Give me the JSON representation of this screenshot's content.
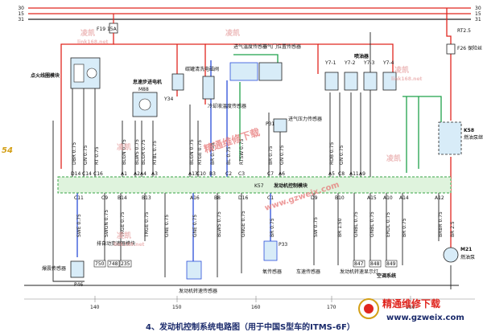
{
  "colors": {
    "red": "#e0261f",
    "green": "#1fa24a",
    "blue": "#2b4fd9",
    "black": "#222222",
    "ecm_fill": "#dff3dd",
    "ecm_border": "#3aa548",
    "comp_fill": "#d8ecf8"
  },
  "rails": {
    "r30": "30",
    "r15": "15",
    "r31": "31",
    "r30b": "30",
    "r15b": "15",
    "r31b": "31"
  },
  "fuse_left": "F19 15A",
  "fuse_right": "F26 保险丝",
  "relay_right_label": "RT2.5",
  "ecm_label": "发动机控制模块",
  "ecm_marker": "K57",
  "side_marker": "54",
  "components": {
    "ignition": "点火线圈模块",
    "idle_motor": "怠速步进电机",
    "idle_code": "M88",
    "canister": "碳罐清洗电磁阀",
    "canister_code": "Y34",
    "coolant": "冷却液温度传感器",
    "intake_temp": "进气温度传感器",
    "throttle": "节气门位置传感器",
    "intake_press": "进气压力传感器",
    "intake_press_code": "P31",
    "injector": "喷油器",
    "inj_1": "Y7-1",
    "inj_2": "Y7-2",
    "inj_3": "Y7-3",
    "inj_4": "Y7-4",
    "fuel_relay": "燃油泵继电器",
    "fuel_relay_code": "K58",
    "knock": "爆震传感器",
    "knock_code": "P46",
    "auto_trans": "排自动变速器模块",
    "speed": "发动机转速传感器",
    "oxygen": "氧传感器",
    "oxygen_code": "P33",
    "speed_sensor": "车速传感器",
    "tach": "发动机转速显示灯",
    "ac": "空调系统",
    "fuel_pump": "燃油泵",
    "fuel_pump_code": "M21"
  },
  "pins_top": [
    "D14",
    "C14",
    "C16",
    "A1",
    "A2",
    "A4",
    "A3",
    "A13",
    "C10",
    "B3",
    "C2",
    "C3",
    "C7",
    "A6",
    "A5",
    "C8",
    "A11",
    "A9"
  ],
  "pins_bottom": [
    "C11",
    "C9",
    "B14",
    "B13",
    "A16",
    "B8",
    "D16",
    "C1",
    "D9",
    "B10",
    "A15",
    "A10",
    "A14",
    "A12"
  ],
  "wires_top": [
    "DBR 0.75",
    "GN 0.75",
    "RT 0.75",
    "BLGN 0.75",
    "BLWS 0.75",
    "BLGR 0.75",
    "RTBL 0.75",
    "BLGN 0.75",
    "RTGE 0.75",
    "BR 0.75B",
    "BL 0.75",
    "RTSW 0.75",
    "BR 0.75",
    "GN 0.75",
    "ROB 0.75",
    "GN 0.75"
  ],
  "wires_bottom": [
    "SWE 0.75",
    "SWGN 0.75",
    "TRGE 0.75",
    "TRGE 0.75",
    "GNE 0.75",
    "GNE 0.75",
    "BLWS 0.75",
    "GNGE 0.75",
    "BR 0.75",
    "SW 0.75",
    "BR 1.50",
    "GNBL 0.75",
    "GNBL 0.75",
    "ERDL 0.75",
    "BR 0.75",
    "BRBR 0.75",
    "BR 2.5"
  ],
  "bottom_codes": [
    "750",
    "748",
    "235",
    "847",
    "848",
    "849"
  ],
  "ruler": [
    "140",
    "150",
    "160",
    "170",
    "180"
  ],
  "watermark_top": "凌凯",
  "watermark_site": "link168.net",
  "watermark_main": "精通维修下载",
  "watermark_url": "www.gzweix.com",
  "caption": "4、发动机控制系统电路图（用于中国S型车的ITMS-6F）"
}
